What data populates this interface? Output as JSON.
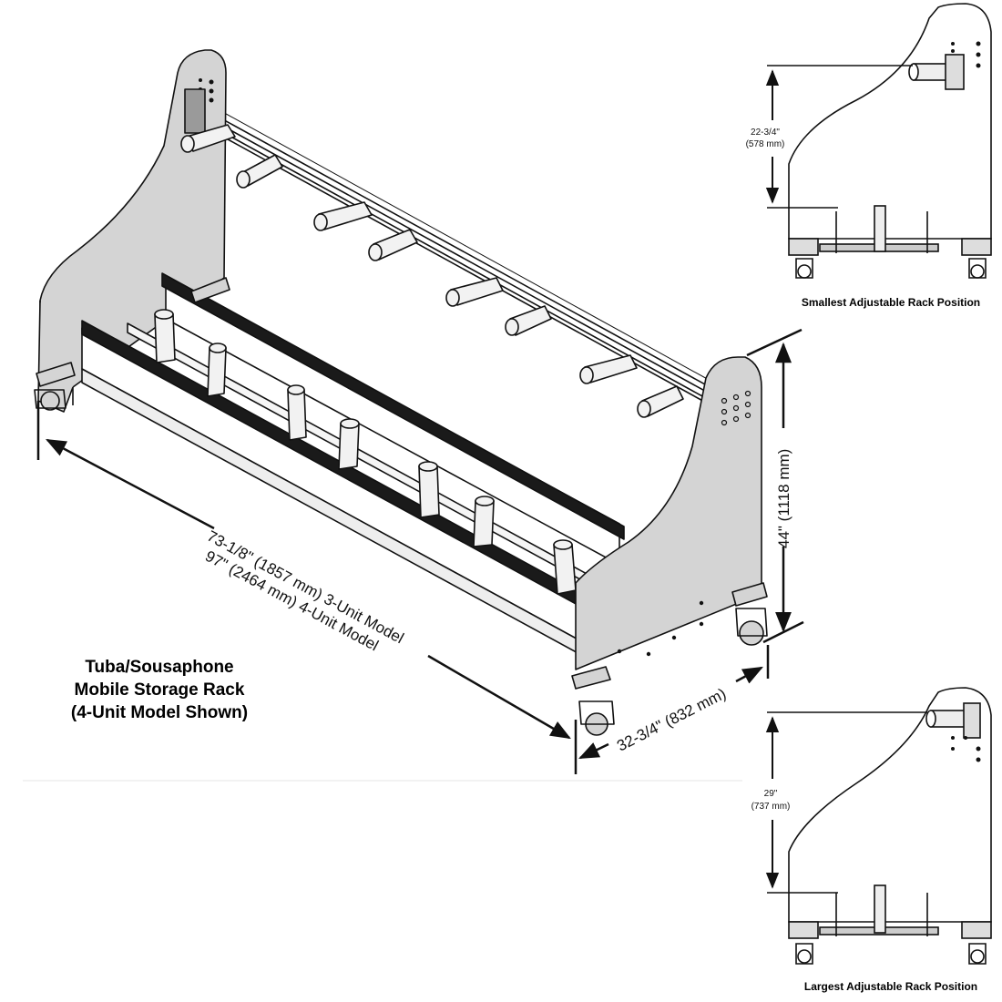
{
  "title": {
    "line1": "Tuba/Sousaphone",
    "line2": "Mobile Storage Rack",
    "line3": "(4-Unit Model Shown)"
  },
  "dimensions": {
    "length_3unit": "73-1/8\" (1857 mm) 3-Unit Model",
    "length_4unit": "97\" (2464 mm) 4-Unit Model",
    "height": "44\" (1118 mm)",
    "depth": "32-3/4\" (832 mm)"
  },
  "detail_small": {
    "caption": "Smallest Adjustable Rack Position",
    "dim_in": "22-3/4\"",
    "dim_mm": "(578 mm)"
  },
  "detail_large": {
    "caption": "Largest Adjustable Rack Position",
    "dim_in": "29\"",
    "dim_mm": "(737 mm)"
  },
  "colors": {
    "panel": "#d4d4d4",
    "outline": "#111111",
    "peg": "#f2f2f2",
    "rail": "#1a1a1a"
  }
}
